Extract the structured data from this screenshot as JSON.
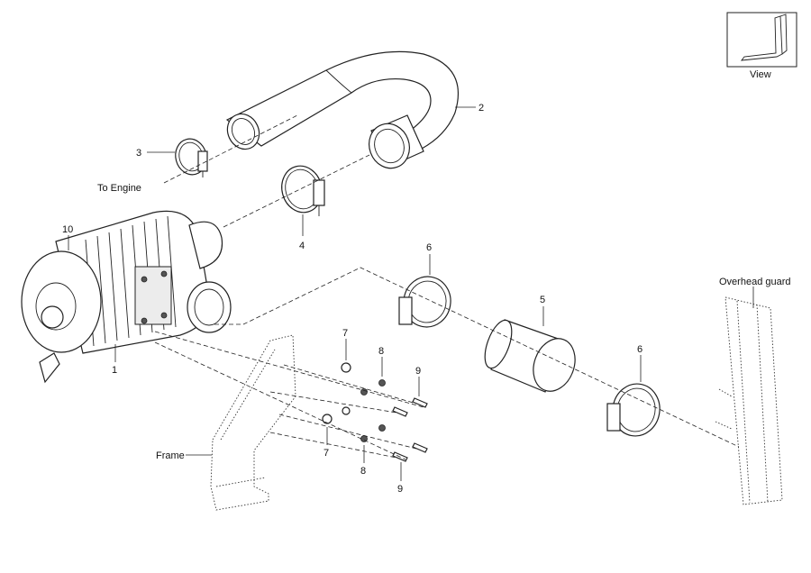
{
  "callouts": [
    {
      "id": "c1",
      "text": "1"
    },
    {
      "id": "c2",
      "text": "2"
    },
    {
      "id": "c3",
      "text": "3"
    },
    {
      "id": "c4",
      "text": "4"
    },
    {
      "id": "c5",
      "text": "5"
    },
    {
      "id": "c6a",
      "text": "6"
    },
    {
      "id": "c6b",
      "text": "6"
    },
    {
      "id": "c7a",
      "text": "7"
    },
    {
      "id": "c7b",
      "text": "7"
    },
    {
      "id": "c8a",
      "text": "8"
    },
    {
      "id": "c8b",
      "text": "8"
    },
    {
      "id": "c9a",
      "text": "9"
    },
    {
      "id": "c9b",
      "text": "9"
    },
    {
      "id": "c10",
      "text": "10"
    }
  ],
  "labels": {
    "to_engine": "To Engine",
    "frame": "Frame",
    "overhead_guard": "Overhead guard",
    "view": "View"
  }
}
